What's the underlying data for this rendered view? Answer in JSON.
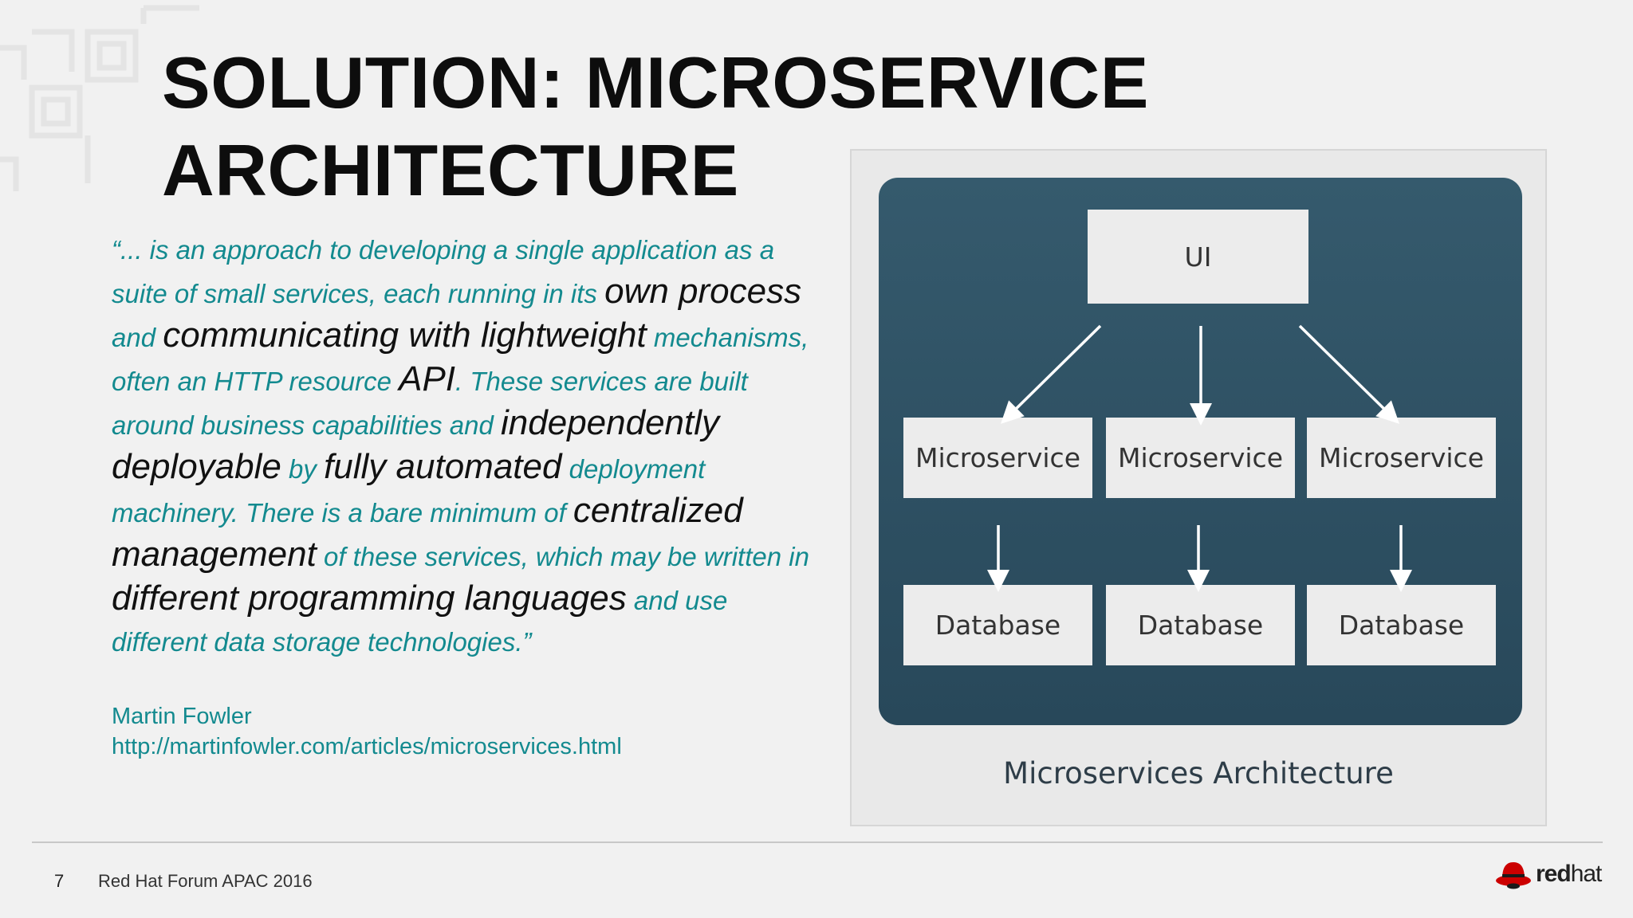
{
  "slide": {
    "title_line1": "SOLUTION: MICROSERVICE",
    "title_line2": "ARCHITECTURE"
  },
  "quote": {
    "segments": [
      {
        "text": "“... is an approach to developing a single application as a suite of small services, each running in its ",
        "emphasis": false
      },
      {
        "text": "own process",
        "emphasis": true
      },
      {
        "text": " and ",
        "emphasis": false
      },
      {
        "text": "communicating with lightweight",
        "emphasis": true
      },
      {
        "text": " mechanisms, often an HTTP resource ",
        "emphasis": false
      },
      {
        "text": "API",
        "emphasis": true
      },
      {
        "text": ". These services are built around business capabilities and ",
        "emphasis": false
      },
      {
        "text": "independently deployable",
        "emphasis": true
      },
      {
        "text": " by ",
        "emphasis": false
      },
      {
        "text": "fully automated",
        "emphasis": true
      },
      {
        "text": " deployment machinery. There is a bare minimum of ",
        "emphasis": false
      },
      {
        "text": "centralized management",
        "emphasis": true
      },
      {
        "text": " of these services, which may be written in ",
        "emphasis": false
      },
      {
        "text": "different programming languages",
        "emphasis": true
      },
      {
        "text": " and use different data storage technologies.”",
        "emphasis": false
      }
    ]
  },
  "attribution": {
    "author": "Martin Fowler",
    "url": "http://martinfowler.com/articles/microservices.html"
  },
  "diagram": {
    "ui_label": "UI",
    "microservices": [
      "Microservice",
      "Microservice",
      "Microservice"
    ],
    "databases": [
      "Database",
      "Database",
      "Database"
    ],
    "caption": "Microservices Architecture"
  },
  "footer": {
    "page_number": "7",
    "event": "Red Hat Forum APAC 2016"
  },
  "logo": {
    "word_bold": "red",
    "word_light": "hat"
  },
  "colors": {
    "quote_teal": "#138a8f",
    "panel": "#2f5163",
    "logo_red": "#cc0000"
  }
}
